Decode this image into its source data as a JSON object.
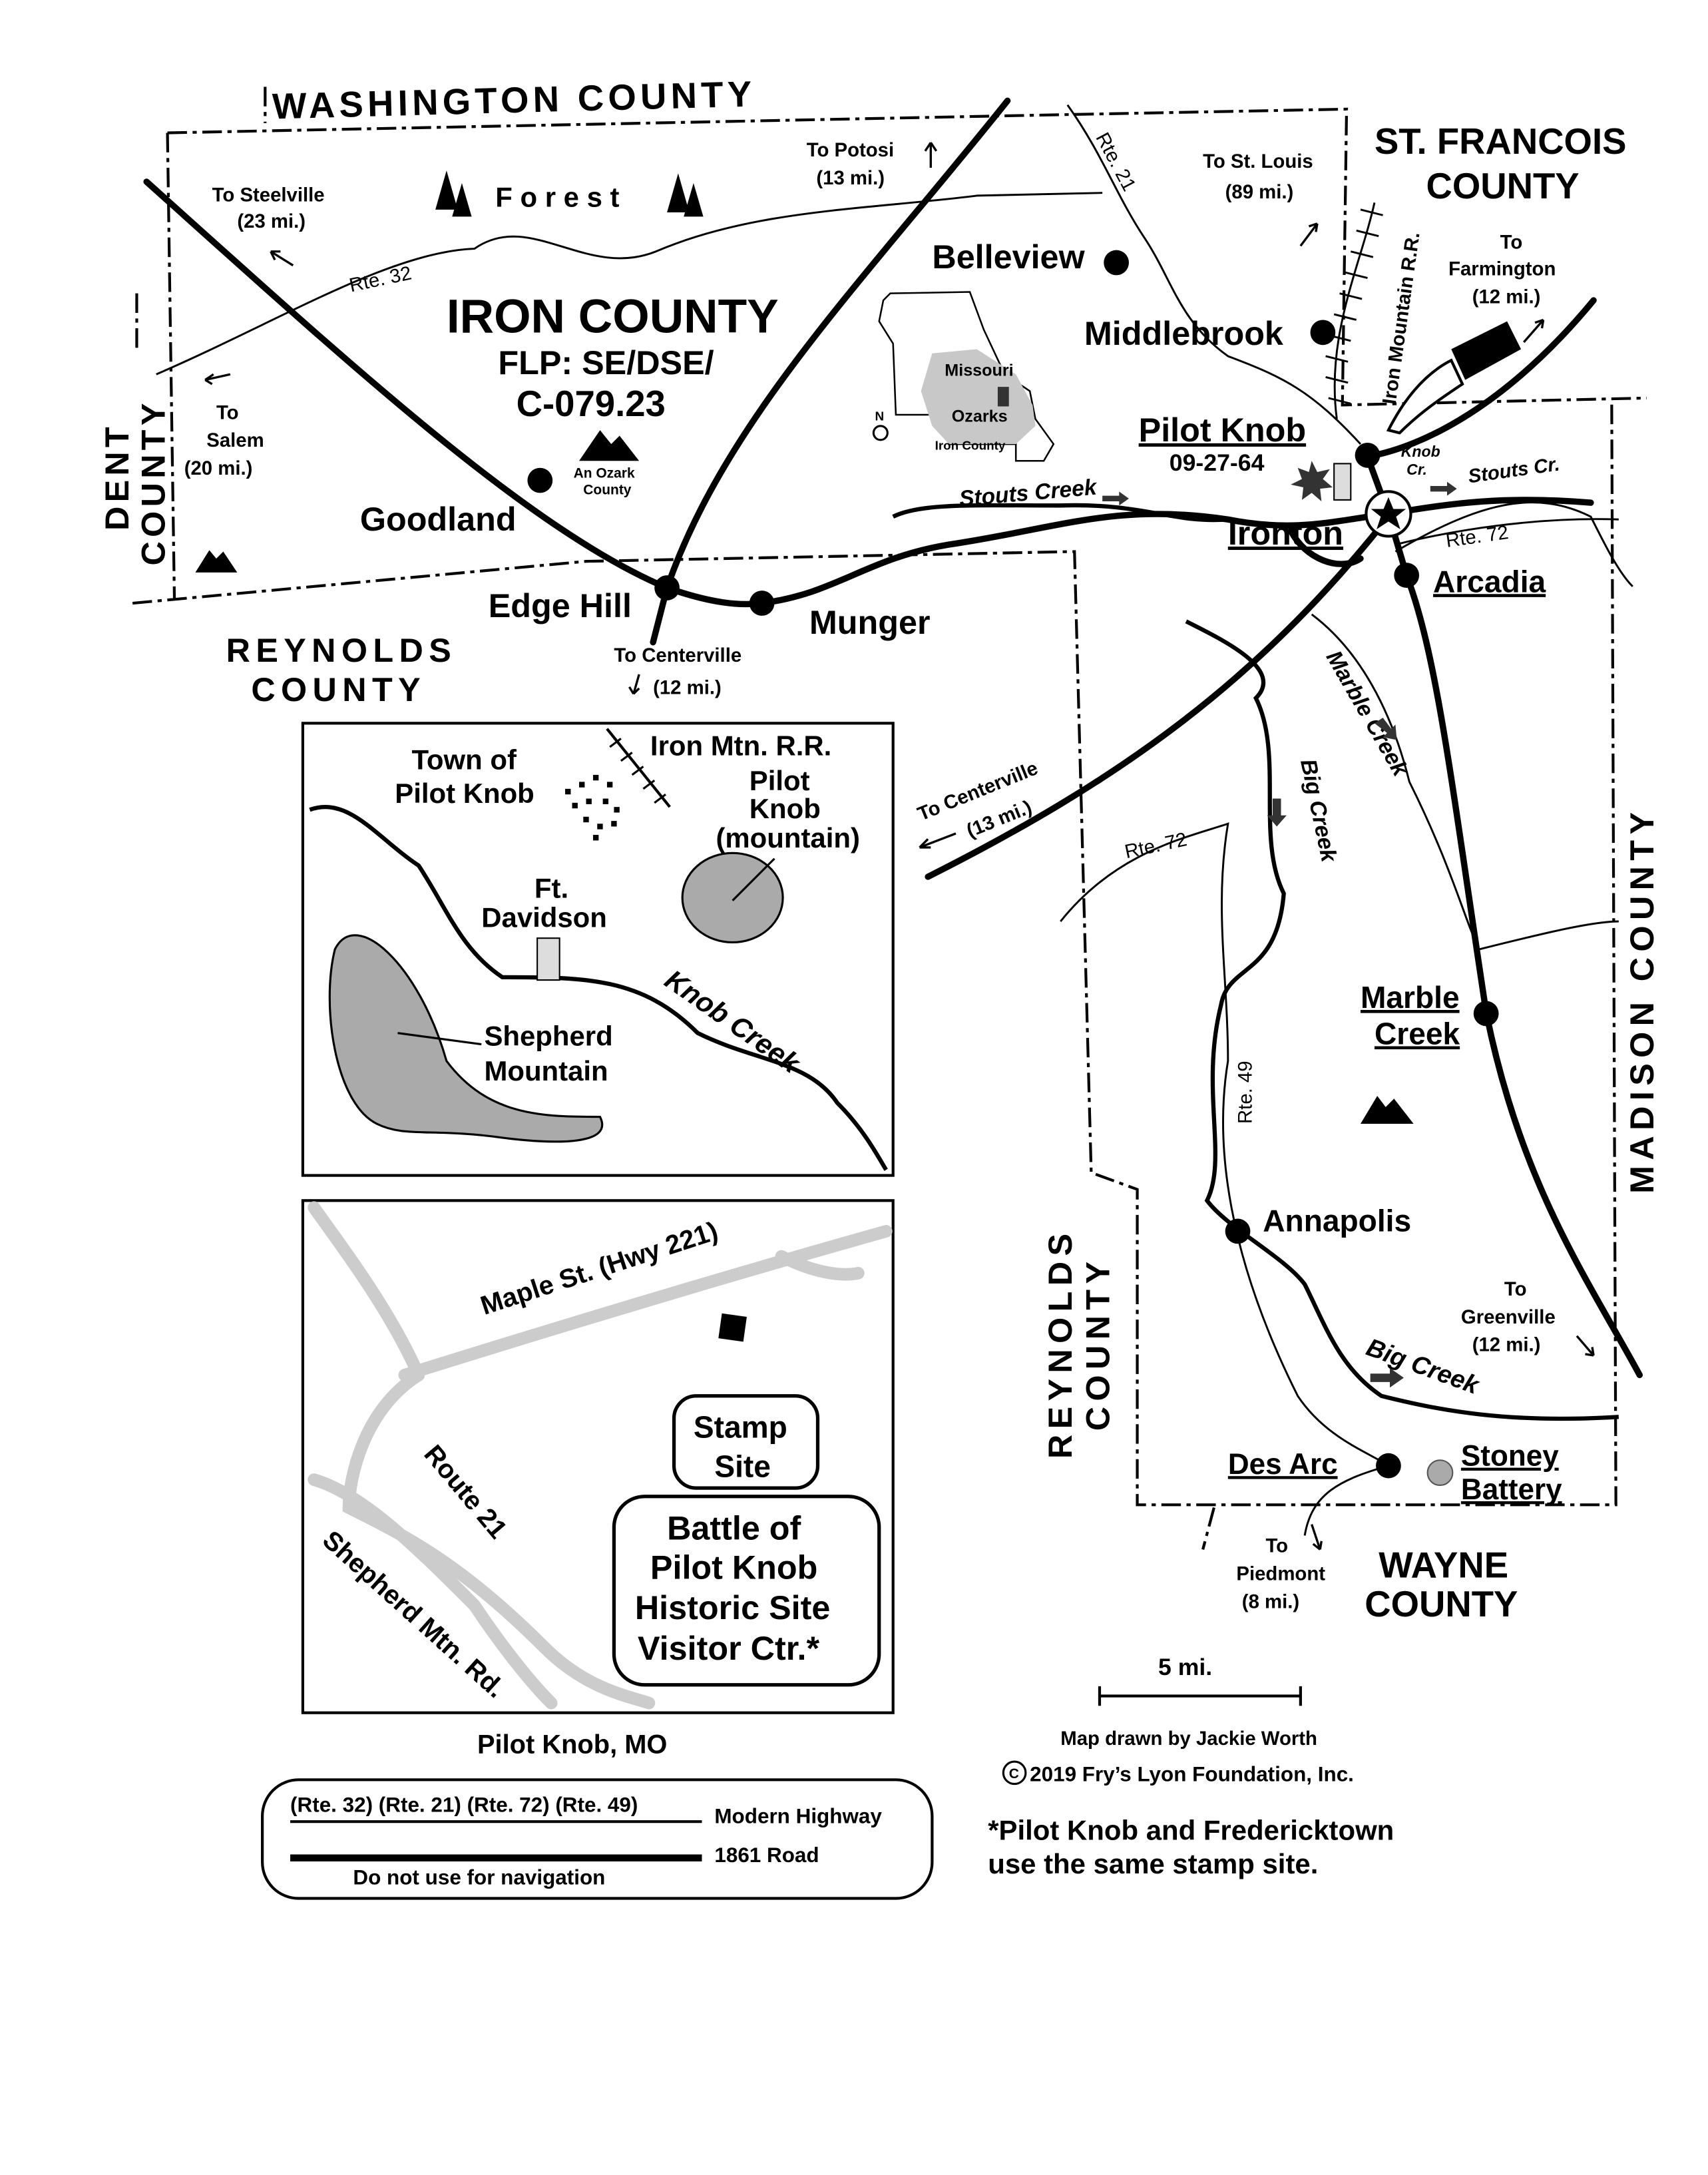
{
  "counties": {
    "washington": "WASHINGTON COUNTY",
    "st_francois_1": "ST. FRANCOIS",
    "st_francois_2": "COUNTY",
    "dent_1": "DENT",
    "dent_2": "COUNTY",
    "reynolds_top_1": "REYNOLDS",
    "reynolds_top_2": "COUNTY",
    "reynolds_side_1": "REYNOLDS",
    "reynolds_side_2": "COUNTY",
    "madison": "MADISON COUNTY",
    "wayne_1": "WAYNE",
    "wayne_2": "COUNTY"
  },
  "title": {
    "county": "IRON COUNTY",
    "flp": "FLP: SE/DSE/",
    "code": "C-079.23"
  },
  "forest": "F o r e s t",
  "ozark_label_1": "An Ozark",
  "ozark_label_2": "County",
  "directions": {
    "steelville_1": "To Steelville",
    "steelville_2": "(23 mi.)",
    "potosi_1": "To Potosi",
    "potosi_2": "(13 mi.)",
    "stlouis_1": "To St. Louis",
    "stlouis_2": "(89 mi.)",
    "farmington_1": "To",
    "farmington_2": "Farmington",
    "farmington_3": "(12 mi.)",
    "salem_1": "To",
    "salem_2": "Salem",
    "salem_3": "(20 mi.)",
    "centerville1_1": "To Centerville",
    "centerville1_2": "(12 mi.)",
    "centerville2_1": "To Centerville",
    "centerville2_2": "(13 mi.)",
    "greenville_1": "To",
    "greenville_2": "Greenville",
    "greenville_3": "(12 mi.)",
    "piedmont_1": "To",
    "piedmont_2": "Piedmont",
    "piedmont_3": "(8 mi.)"
  },
  "routes": {
    "rte32": "Rte. 32",
    "rte21": "Rte. 21",
    "rte72a": "Rte. 72",
    "rte72b": "Rte. 72",
    "rte49": "Rte. 49",
    "railroad": "Iron Mountain R.R."
  },
  "towns": {
    "belleview": "Belleview",
    "middlebrook": "Middlebrook",
    "pilot_knob": "Pilot Knob",
    "pilot_knob_date": "09-27-64",
    "ironton": "Ironton",
    "arcadia": "Arcadia",
    "goodland": "Goodland",
    "edge_hill": "Edge Hill",
    "munger": "Munger",
    "marble_creek_1": "Marble",
    "marble_creek_2": "Creek",
    "annapolis": "Annapolis",
    "des_arc": "Des Arc",
    "stoney_1": "Stoney",
    "stoney_2": "Battery"
  },
  "creeks": {
    "stouts": "Stouts Creek",
    "stouts_cr": "Stouts Cr.",
    "knob_1": "Knob",
    "knob_2": "Cr.",
    "marble": "Marble Creek",
    "big1": "Big Creek",
    "big2": "Big Creek"
  },
  "missouri_inset": {
    "missouri": "Missouri",
    "ozarks": "Ozarks",
    "iron_county": "Iron County",
    "north": "N"
  },
  "inset1": {
    "town_1": "Town of",
    "town_2": "Pilot Knob",
    "rr": "Iron Mtn. R.R.",
    "pk_1": "Pilot",
    "pk_2": "Knob",
    "pk_3": "(mountain)",
    "ft_1": "Ft.",
    "ft_2": "Davidson",
    "knob_creek": "Knob Creek",
    "shep_1": "Shepherd",
    "shep_2": "Mountain"
  },
  "inset2": {
    "maple": "Maple St. (Hwy 221)",
    "route21": "Route 21",
    "shepherd_rd": "Shepherd Mtn. Rd.",
    "stamp_1": "Stamp",
    "stamp_2": "Site",
    "visitor_1": "Battle of",
    "visitor_2": "Pilot Knob",
    "visitor_3": "Historic Site",
    "visitor_4": "Visitor Ctr.*",
    "caption": "Pilot Knob, MO"
  },
  "legend": {
    "routes": "(Rte. 32) (Rte. 21) (Rte. 72) (Rte. 49)",
    "modern": "Modern Highway",
    "road1861": "1861 Road",
    "warning": "Do not use for navigation"
  },
  "scale": "5 mi.",
  "credit": "Map drawn by Jackie Worth",
  "copyright": "2019 Fry’s Lyon Foundation, Inc.",
  "copyright_symbol": "C",
  "note_1": "*Pilot Knob and Fredericktown",
  "note_2": "use the same stamp site."
}
